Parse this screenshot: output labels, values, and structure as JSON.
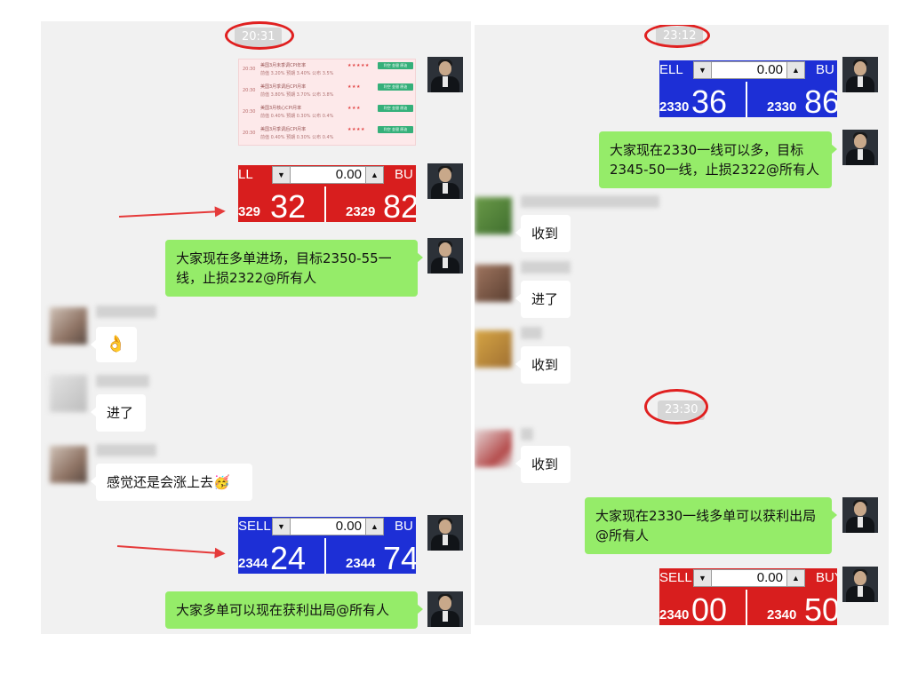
{
  "left": {
    "timestamp": "20:31",
    "calendar": [
      {
        "time": "20:30",
        "title": "美国3月未季调CPI年率",
        "detail": "前值 3.20%  预期 3.40%  公布 3.5%",
        "stars": "★★★★★",
        "tag": "利空 金银 原油"
      },
      {
        "time": "20:30",
        "title": "美国3月季调后CPI月率",
        "detail": "前值 3.80%  预期 3.70%  公布 3.8%",
        "stars": "★★★",
        "tag": "利空 金银 原油"
      },
      {
        "time": "20:30",
        "title": "美国3月核心CPI月率",
        "detail": "前值 0.40%  预期 0.30%  公布 0.4%",
        "stars": "★★★",
        "tag": "利空 金银 原油"
      },
      {
        "time": "20:30",
        "title": "美国3月季调后CPI月率",
        "detail": "前值 0.40%  预期 0.30%  公布 0.4%",
        "stars": "★★★★",
        "tag": "利空 金银 原油"
      }
    ],
    "trade1": {
      "sell": "LL",
      "buy": "BU",
      "qty": "0.00",
      "sell_small": "329",
      "sell_big": "32",
      "buy_small": "2329",
      "buy_big": "82"
    },
    "msg1": "大家现在多单进场，目标2350-55一线，止损2322@所有人",
    "reply1": "👌",
    "reply2": "进了",
    "reply3": "感觉还是会涨上去🥳",
    "trade2": {
      "sell": "SELL",
      "buy": "BU",
      "qty": "0.00",
      "sell_small": "2344",
      "sell_big": "24",
      "buy_small": "2344",
      "buy_big": "74"
    },
    "msg2": "大家多单可以现在获利出局@所有人"
  },
  "right": {
    "timestamp1": "23:12",
    "trade1": {
      "sell": "ELL",
      "buy": "BU",
      "qty": "0.00",
      "sell_small": "2330",
      "sell_big": "36",
      "buy_small": "2330",
      "buy_big": "86"
    },
    "msg1": "大家现在2330一线可以多，目标2345-50一线，止损2322@所有人",
    "reply1": "收到",
    "reply2": "进了",
    "reply3": "收到",
    "timestamp2": "23:30",
    "reply4": "收到",
    "msg2": "大家现在2330一线多单可以获利出局@所有人",
    "trade2": {
      "sell": "SELL",
      "buy": "BUY",
      "qty": "0.00",
      "sell_small": "2340",
      "sell_big": "00",
      "buy_small": "2340",
      "buy_big": "50"
    }
  },
  "colors": {
    "bubble_green": "#95ec69",
    "trade_red": "#d81e1e",
    "trade_blue": "#1d2fd6",
    "annotation_red": "#e02020"
  },
  "icons": [
    "avatar-icon",
    "arrow-annotation",
    "circle-annotation",
    "spinner-down-icon",
    "spinner-up-icon"
  ]
}
